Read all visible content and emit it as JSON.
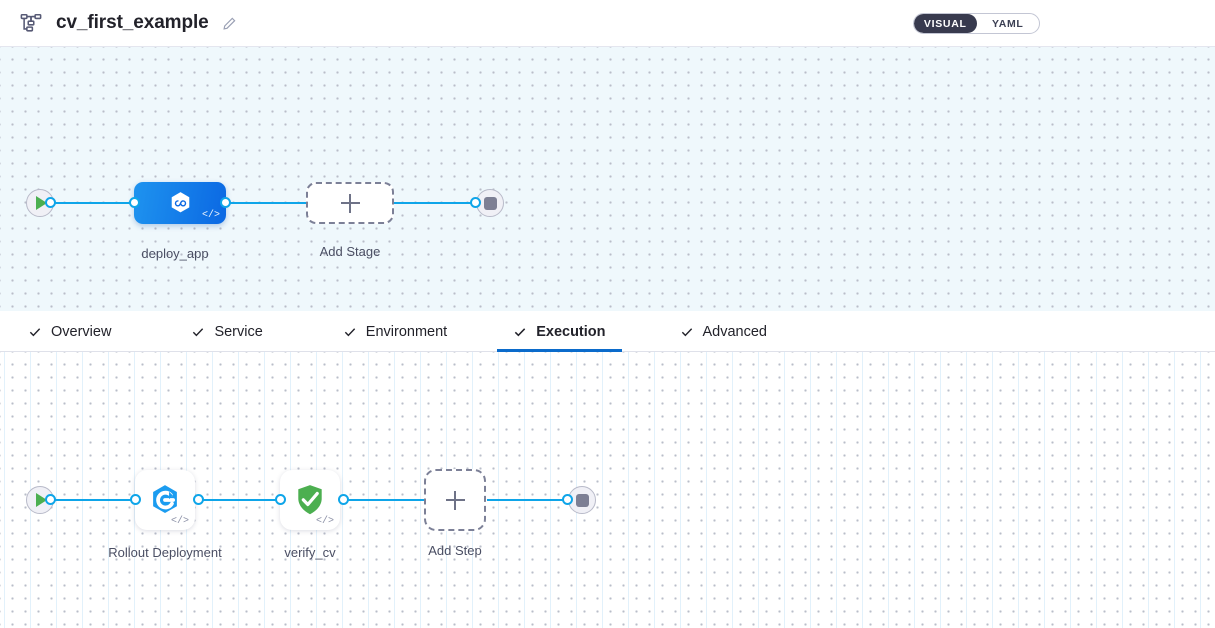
{
  "header": {
    "pipeline_icon": "pipeline-nodes-icon",
    "title": "cv_first_example",
    "edit_icon": "pencil-edit-icon",
    "view_toggle": {
      "options": [
        {
          "label": "VISUAL",
          "active": true
        },
        {
          "label": "YAML",
          "active": false
        }
      ]
    }
  },
  "tabs": [
    {
      "label": "Overview",
      "active": false,
      "checked": true
    },
    {
      "label": "Service",
      "active": false,
      "checked": true
    },
    {
      "label": "Environment",
      "active": false,
      "checked": true
    },
    {
      "label": "Execution",
      "active": true,
      "checked": true
    },
    {
      "label": "Advanced",
      "active": false,
      "checked": true
    }
  ],
  "stage_canvas": {
    "start_node": "start-play-node",
    "end_node": "end-stop-node",
    "nodes": [
      {
        "label": "deploy_app",
        "type": "stage",
        "icon": "harness-hexagon-icon",
        "badge": "</>",
        "selected": true
      },
      {
        "label": "Add Stage",
        "type": "add",
        "icon": "plus-icon"
      }
    ]
  },
  "step_canvas": {
    "start_node": "start-play-node",
    "end_node": "end-stop-node",
    "nodes": [
      {
        "label": "Rollout Deployment",
        "type": "step",
        "icon": "rollout-deployment-icon",
        "badge": "</>"
      },
      {
        "label": "verify_cv",
        "type": "step",
        "icon": "verify-shield-check-icon",
        "badge": "</>"
      },
      {
        "label": "Add Step",
        "type": "add",
        "icon": "plus-icon"
      }
    ]
  },
  "colors": {
    "accent_blue": "#0b6bcb",
    "edge_blue": "#0ea5e9",
    "stage_blue": "#0b68e3",
    "verify_green": "#4caf50",
    "canvas_top": "#eff8fc",
    "toggle_dark": "#383a4e"
  }
}
